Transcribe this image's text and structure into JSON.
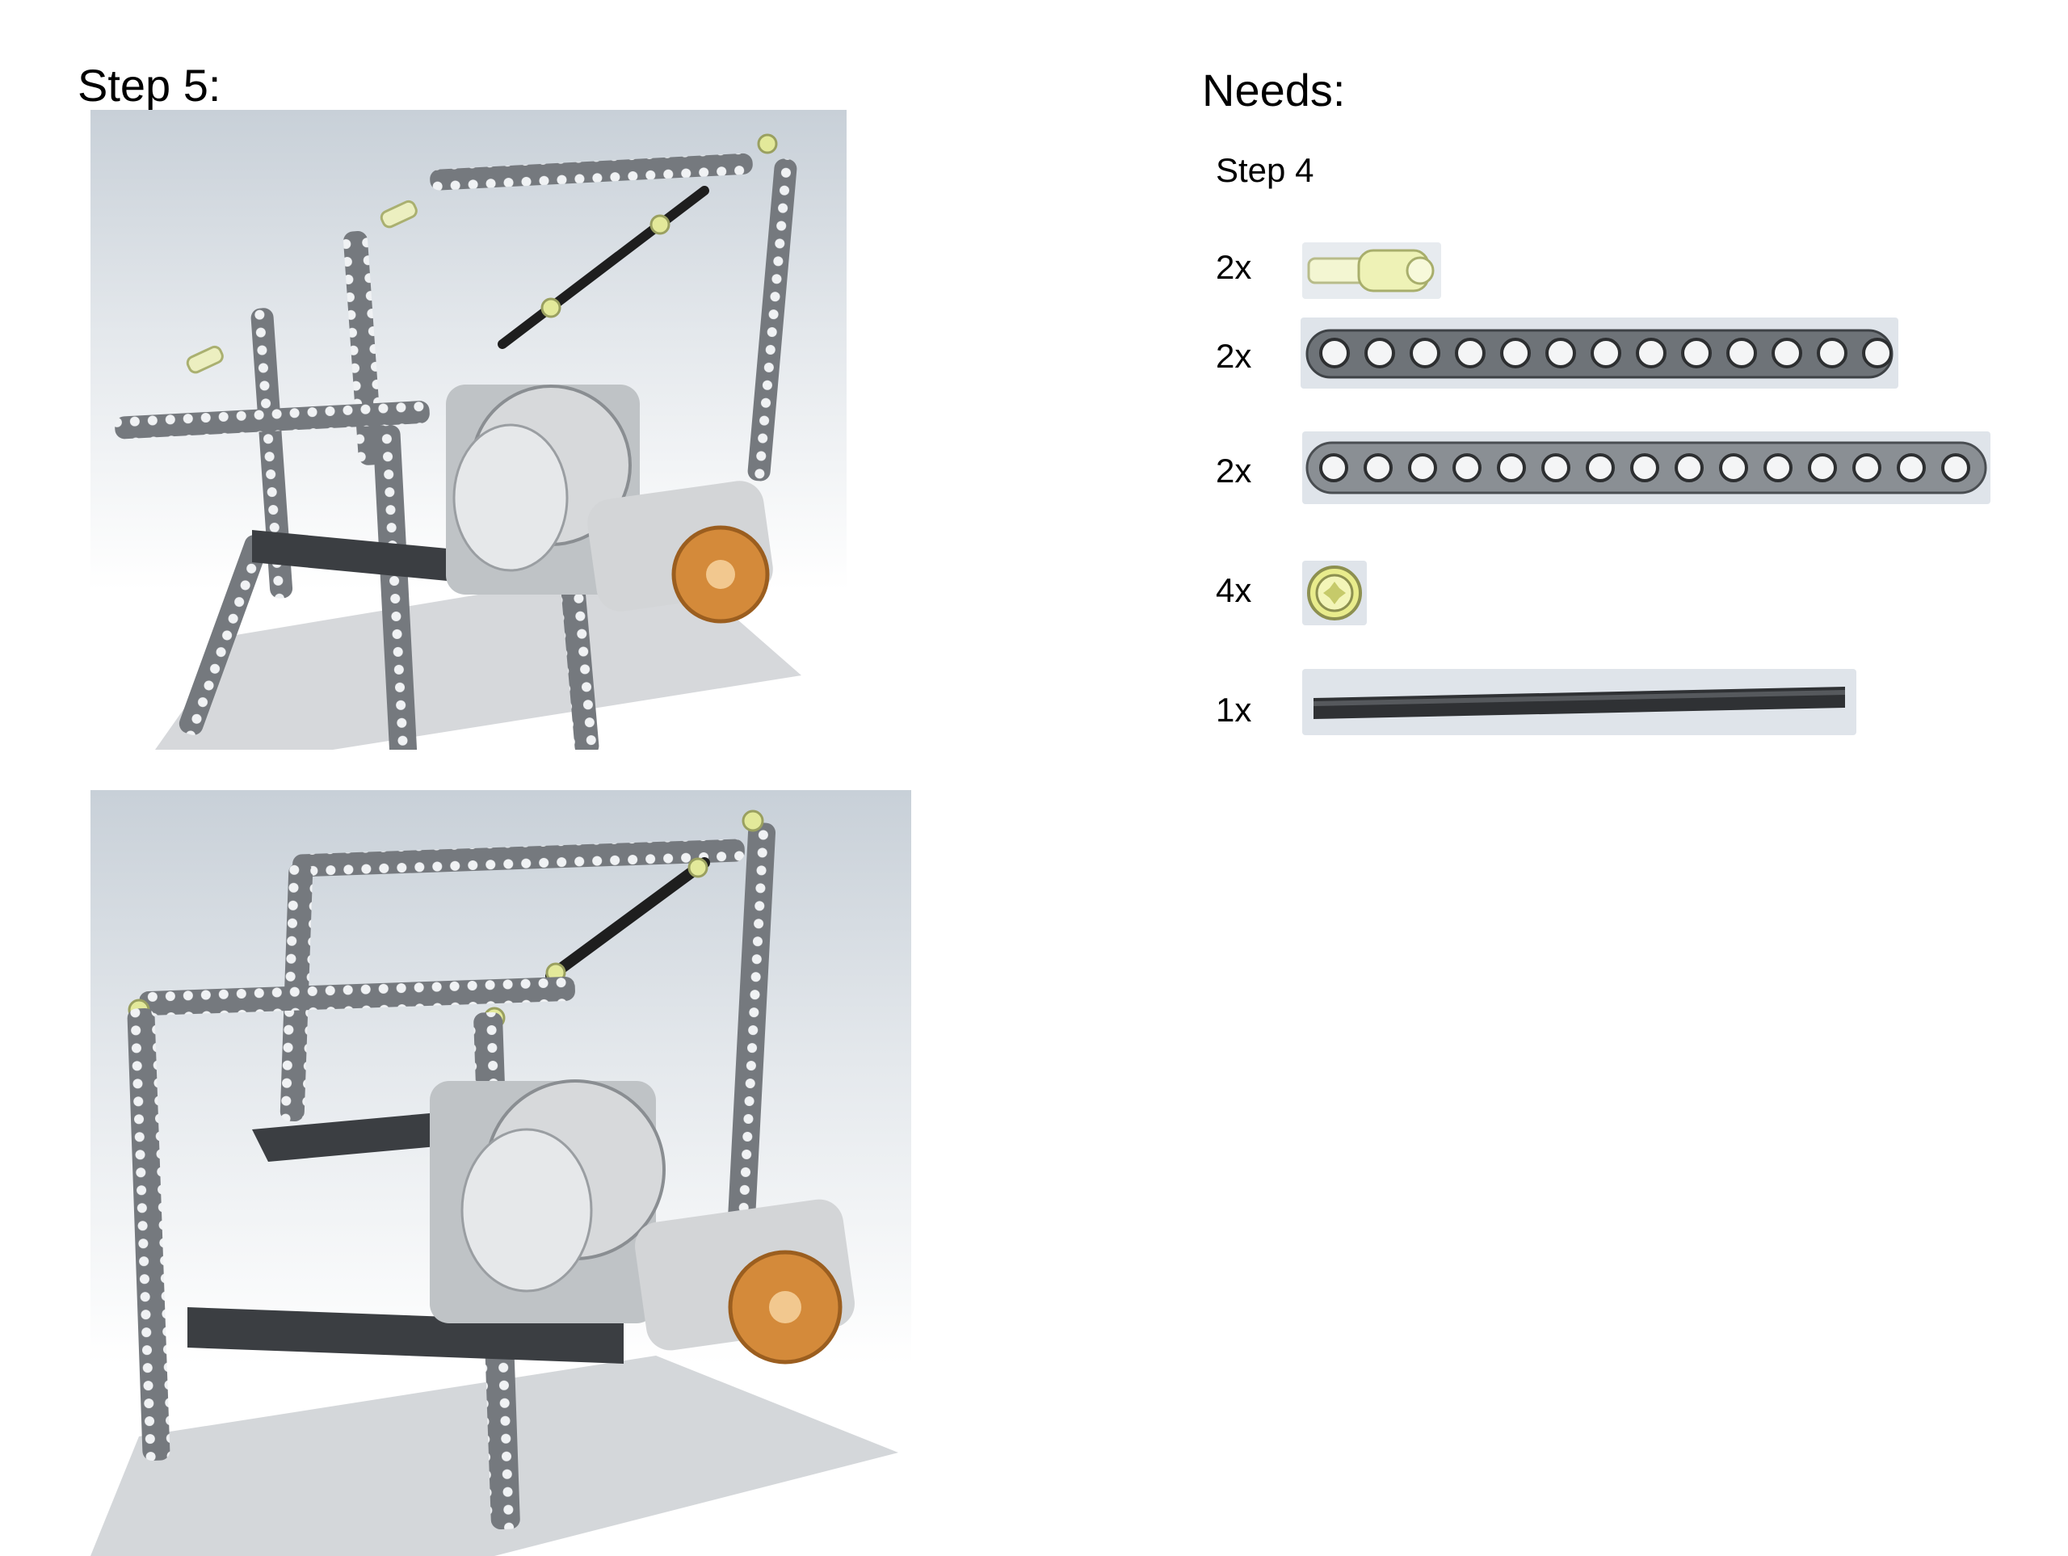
{
  "page": {
    "step_title": "Step 5:",
    "needs_title": "Needs:",
    "needs_prerequisite": "Step 4"
  },
  "parts": [
    {
      "qty": "2x",
      "icon": "axle-pin-icon"
    },
    {
      "qty": "2x",
      "icon": "beam-13-icon"
    },
    {
      "qty": "2x",
      "icon": "beam-15-icon"
    },
    {
      "qty": "4x",
      "icon": "bush-icon"
    },
    {
      "qty": "1x",
      "icon": "axle-icon"
    }
  ],
  "images": {
    "exploded_view": "exploded-assembly-render",
    "assembled_view": "assembled-render"
  },
  "colors": {
    "beam": "#6e7378",
    "beam_face": "#e8eaec",
    "pin_yellow": "#e9efa8",
    "motor_orange": "#d48a3a",
    "axle_black": "#222222"
  }
}
